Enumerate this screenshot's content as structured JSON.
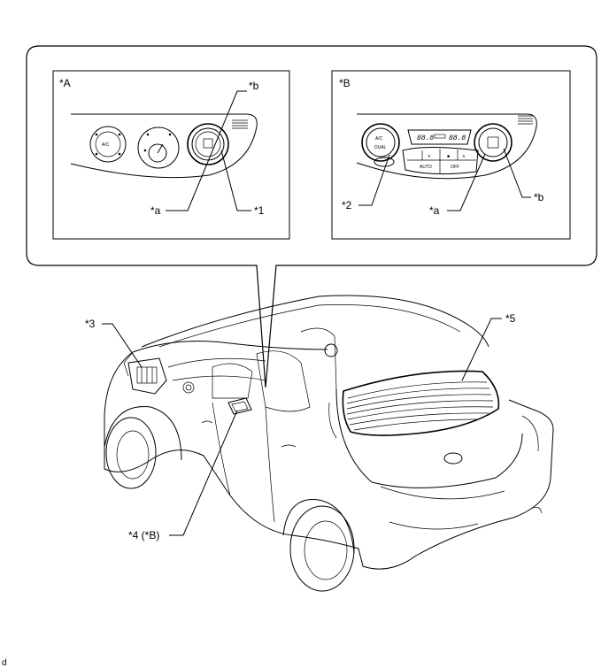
{
  "labels": {
    "panel_a": "*A",
    "panel_b": "*B",
    "a_b": "*b",
    "a_a": "*a",
    "a_1": "*1",
    "b_2": "*2",
    "b_a": "*a",
    "b_b": "*b",
    "car_3": "*3",
    "car_5": "*5",
    "car_4": "*4 (*B)",
    "corner": "d"
  },
  "panel_a_controls": {
    "ac": "A/C"
  },
  "panel_b_controls": {
    "ac": "A/C",
    "dual": "DUAL",
    "auto": "AUTO",
    "off": "OFF",
    "display_left": "88.8",
    "display_right": "88.8"
  }
}
